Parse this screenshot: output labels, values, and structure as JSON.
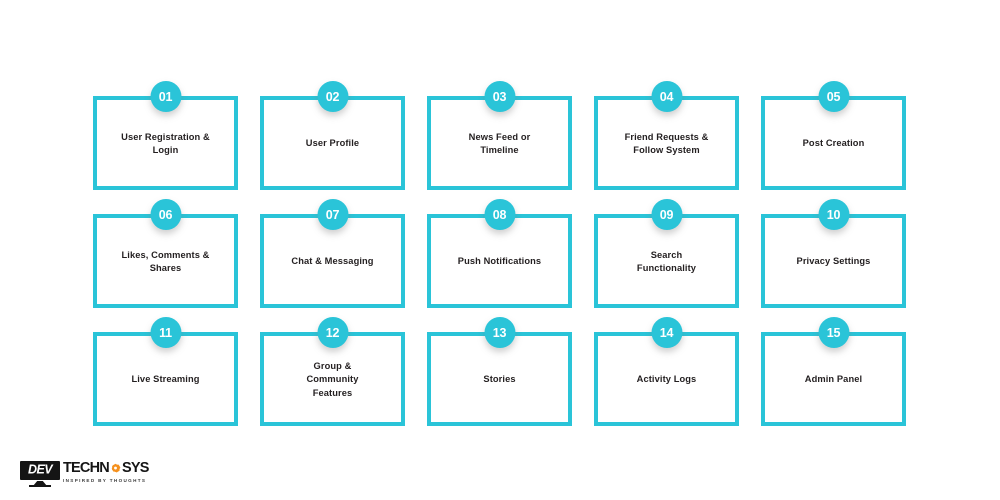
{
  "theme": {
    "accent": "#2ac4d8",
    "text": "#231f20",
    "background": "#ffffff",
    "logo_orange": "#f5911e",
    "logo_dark": "#151515"
  },
  "grid": {
    "columns": 5,
    "rows": 3,
    "cards": [
      {
        "number": "01",
        "label": "User Registration &\nLogin"
      },
      {
        "number": "02",
        "label": "User Profile"
      },
      {
        "number": "03",
        "label": "News Feed or\nTimeline"
      },
      {
        "number": "04",
        "label": "Friend Requests &\nFollow System"
      },
      {
        "number": "05",
        "label": "Post Creation"
      },
      {
        "number": "06",
        "label": "Likes, Comments &\nShares"
      },
      {
        "number": "07",
        "label": "Chat & Messaging"
      },
      {
        "number": "08",
        "label": "Push Notifications"
      },
      {
        "number": "09",
        "label": "Search\nFunctionality"
      },
      {
        "number": "10",
        "label": "Privacy Settings"
      },
      {
        "number": "11",
        "label": "Live Streaming"
      },
      {
        "number": "12",
        "label": "Group &\nCommunity\nFeatures"
      },
      {
        "number": "13",
        "label": "Stories"
      },
      {
        "number": "14",
        "label": "Activity Logs"
      },
      {
        "number": "15",
        "label": "Admin Panel"
      }
    ]
  },
  "logo": {
    "mark_text": "DEV",
    "word_part_1": "TECHN",
    "word_part_2": "SYS",
    "gear_icon": "gear-icon",
    "tagline": "INSPIRED BY THOUGHTS"
  }
}
